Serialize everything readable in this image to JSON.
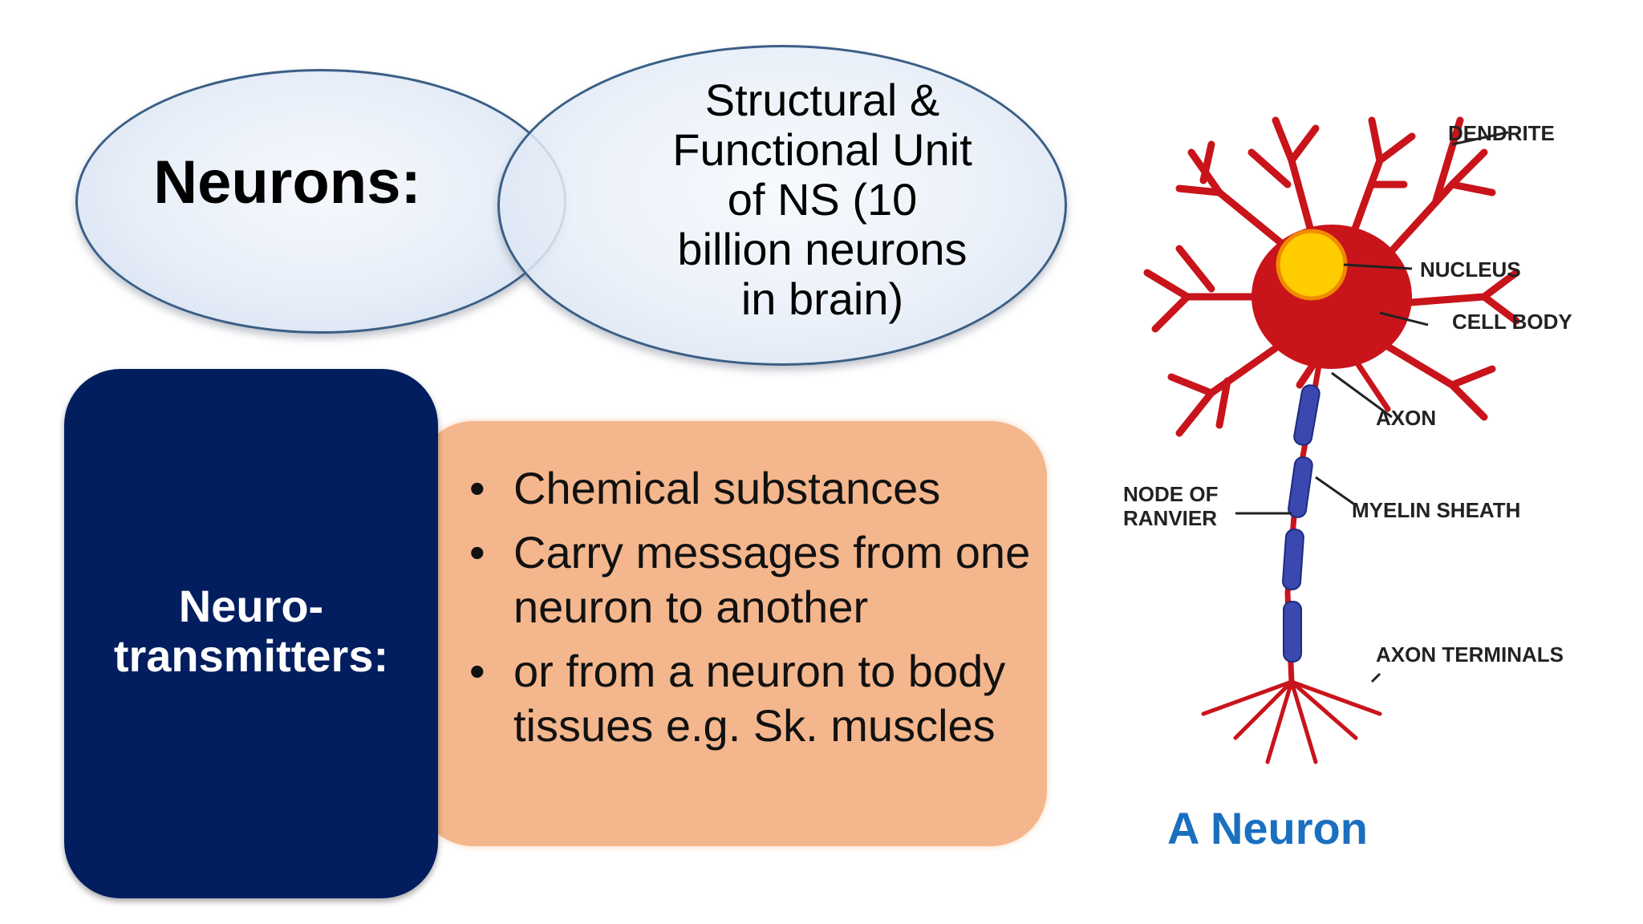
{
  "neurons": {
    "title": "Neurons:",
    "description": "Structural &\nFunctional Unit\nof NS  (10\nbillion neurons\nin brain)"
  },
  "neurotransmitters": {
    "title": "Neuro-\ntransmitters:",
    "bullets": [
      "Chemical substances",
      "Carry messages from one neuron to another",
      "or from a neuron to body tissues e.g. Sk. muscles"
    ]
  },
  "diagram": {
    "labels": {
      "dendrite": "DENDRITE",
      "nucleus": "NUCLEUS",
      "cell_body": "CELL BODY",
      "axon": "AXON",
      "node_of_ranvier_1": "NODE OF",
      "node_of_ranvier_2": "RANVIER",
      "myelin_sheath": "MYELIN SHEATH",
      "axon_terminals": "AXON TERMINALS"
    },
    "caption": "A Neuron",
    "colors": {
      "neuron_red": "#c8141a",
      "nucleus_yellow": "#ffcc00",
      "myelin_blue": "#3a48b0",
      "caption_blue": "#1a6fbf"
    }
  }
}
